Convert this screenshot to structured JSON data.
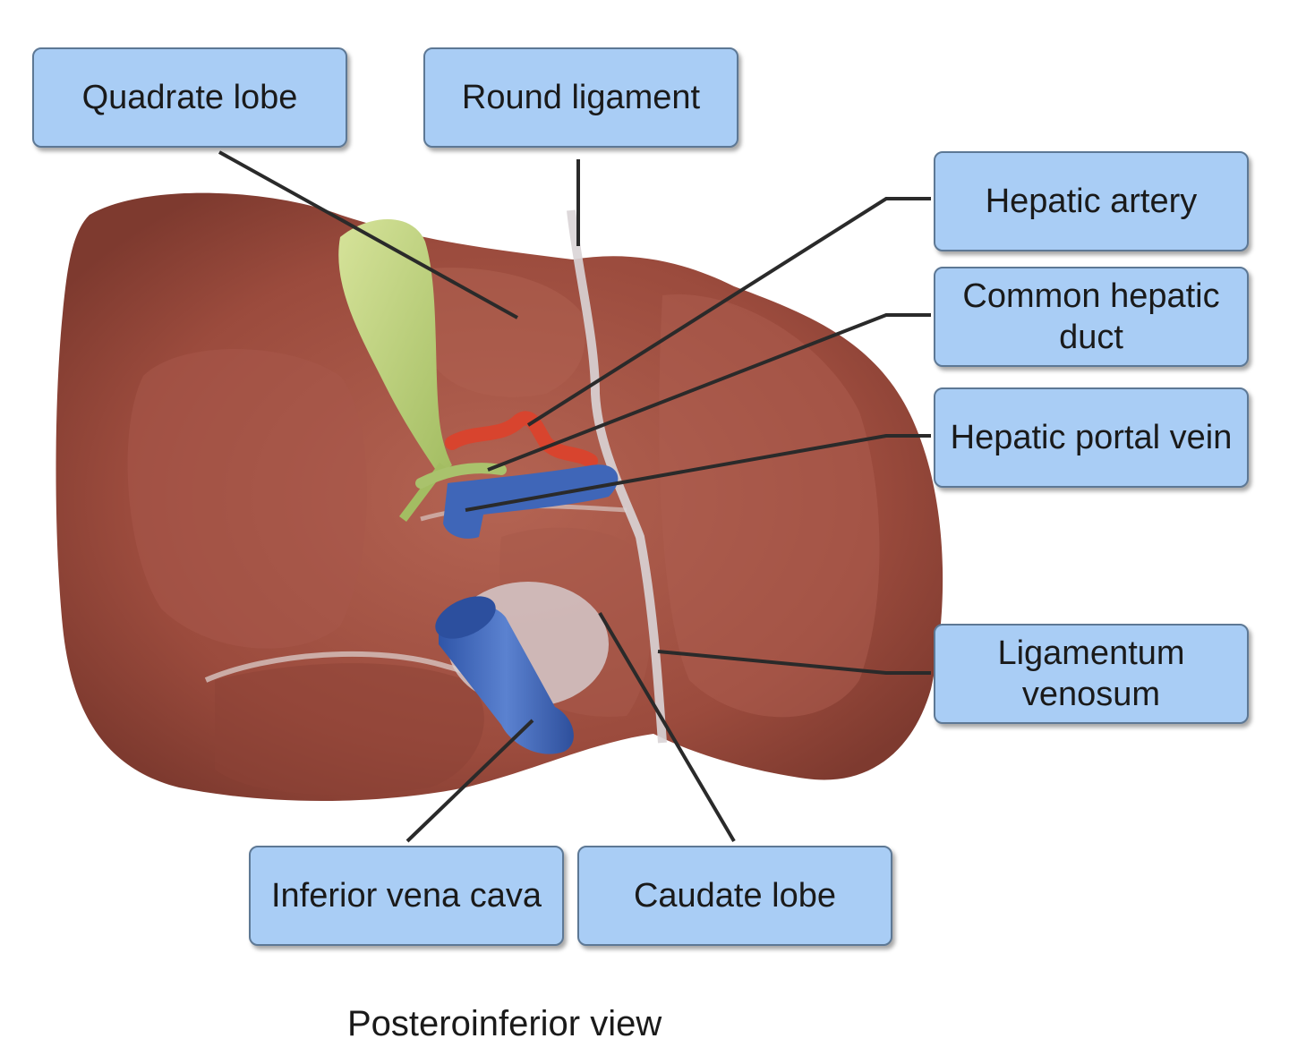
{
  "labels": {
    "quadrate_lobe": "Quadrate lobe",
    "round_ligament": "Round ligament",
    "hepatic_artery": "Hepatic artery",
    "common_hepatic_duct": "Common hepatic duct",
    "hepatic_portal_vein": "Hepatic portal vein",
    "ligamentum_venosum": "Ligamentum venosum",
    "inferior_vena_cava": "Inferior vena cava",
    "caudate_lobe": "Caudate lobe"
  },
  "caption": "Posteroinferior view",
  "colors": {
    "label_fill": "#a9cdf5",
    "label_border": "#5d7895",
    "liver": "#9a4a3c",
    "liver_light": "#b0604f",
    "gallbladder": "#b9cf7a",
    "vein_blue": "#3f66b8",
    "artery_red": "#d8442e",
    "leader_line": "#2a2a2a"
  }
}
